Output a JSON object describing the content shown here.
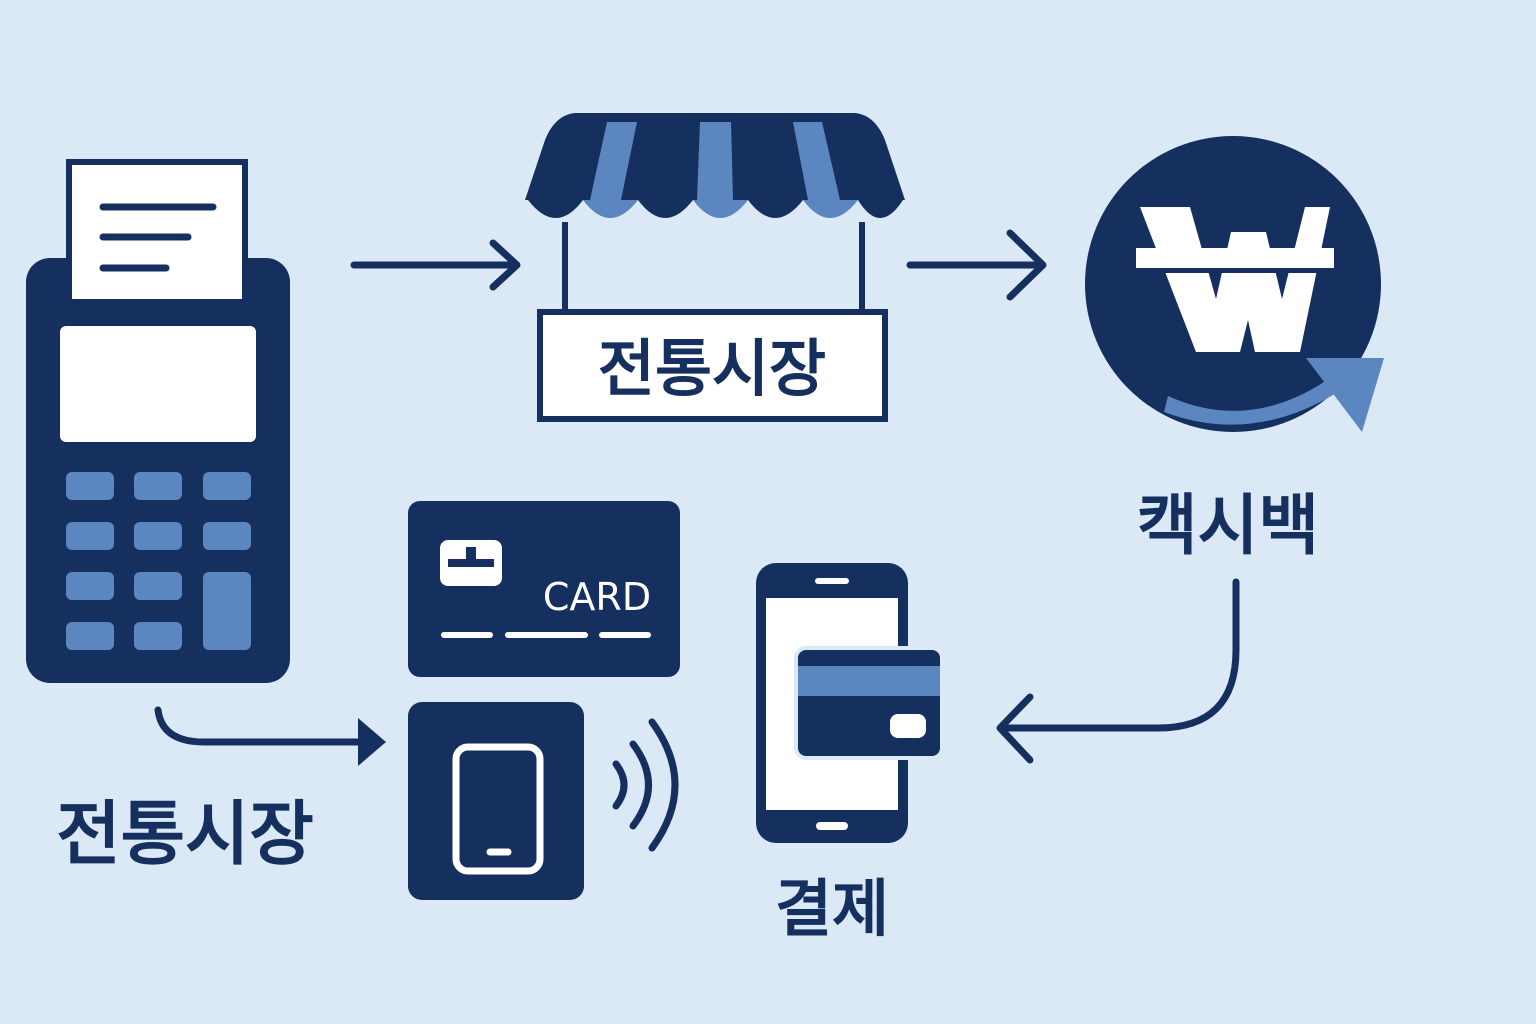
{
  "colors": {
    "background": "#dbe9f7",
    "navy": "#15305f",
    "accent_blue": "#5b86bf",
    "white": "#ffffff"
  },
  "labels": {
    "store_sign": "전통시장",
    "cashback": "캑시백",
    "bottom_left": "전통시장",
    "payment": "결제",
    "card_text": "CARD"
  },
  "icons": [
    "pos-terminal-icon",
    "receipt-icon",
    "market-stall-icon",
    "won-coin-icon",
    "credit-card-icon",
    "contactless-phone-icon",
    "nfc-waves-icon",
    "smartphone-wallet-icon"
  ]
}
